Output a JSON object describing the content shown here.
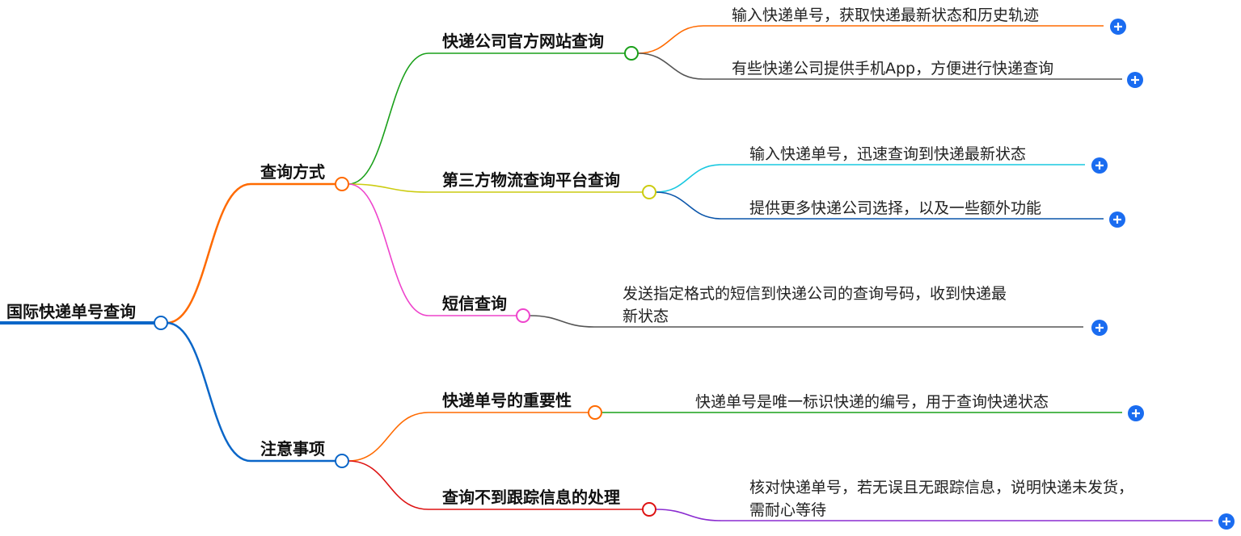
{
  "root": {
    "label": "国际快递单号查询",
    "color": "#0a66c8"
  },
  "branches": [
    {
      "label": "查询方式",
      "color": "#ff6a00",
      "children": [
        {
          "label": "快递公司官方网站查询",
          "color": "#1aa01a",
          "leaves": [
            {
              "lines": [
                "输入快递单号，获取快递最新状态和历史轨迹"
              ],
              "color": "#ff6a00"
            },
            {
              "lines": [
                "有些快递公司提供手机App，方便进行快递查询"
              ],
              "color": "#555555"
            }
          ]
        },
        {
          "label": "第三方物流查询平台查询",
          "color": "#cccc10",
          "leaves": [
            {
              "lines": [
                "输入快递单号，迅速查询到快递最新状态"
              ],
              "color": "#18c8e0"
            },
            {
              "lines": [
                "提供更多快递公司选择，以及一些额外功能"
              ],
              "color": "#0a55aa"
            }
          ]
        },
        {
          "label": "短信查询",
          "color": "#ee44cc",
          "leaves": [
            {
              "lines": [
                "发送指定格式的短信到快递公司的查询号码，收到快递最",
                "新状态"
              ],
              "color": "#555555"
            }
          ]
        }
      ]
    },
    {
      "label": "注意事项",
      "color": "#0a66c8",
      "children": [
        {
          "label": "快递单号的重要性",
          "color": "#ff6a00",
          "leaves": [
            {
              "lines": [
                "快递单号是唯一标识快递的编号，用于查询快递状态"
              ],
              "color": "#1aa01a"
            }
          ]
        },
        {
          "label": "查询不到跟踪信息的处理",
          "color": "#dd1111",
          "leaves": [
            {
              "lines": [
                "核对快递单号，若无误且无跟踪信息，说明快递未发货，",
                "需耐心等待"
              ],
              "color": "#8a2bd0"
            }
          ]
        }
      ]
    }
  ],
  "expand_icon": "plus-circle-icon"
}
